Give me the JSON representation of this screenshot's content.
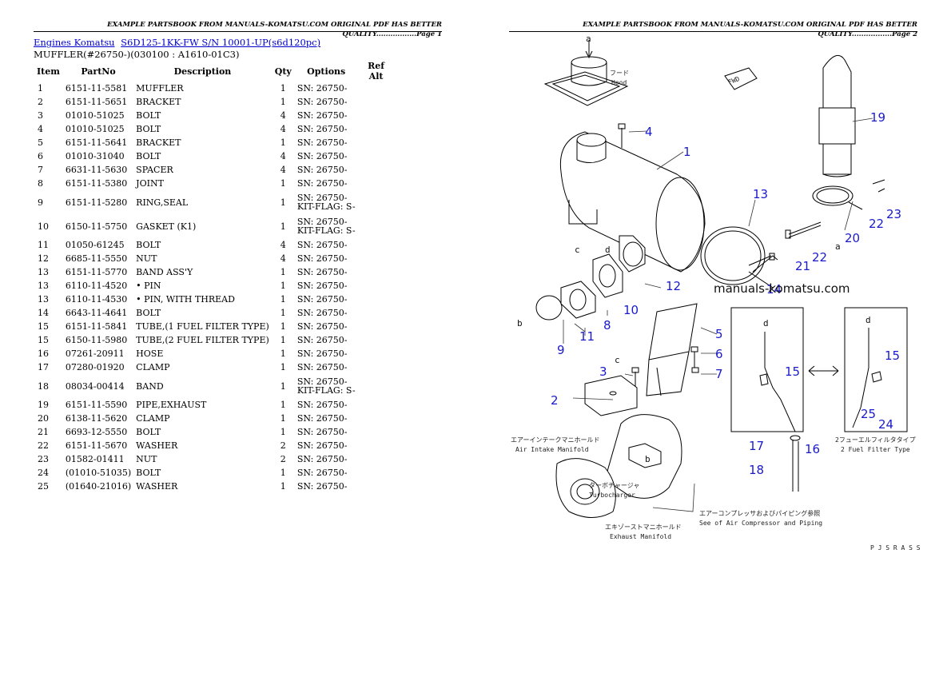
{
  "header": {
    "left": "EXAMPLE PARTSBOOK FROM MANUALS-KOMATSU.COM ORIGINAL PDF HAS BETTER QUALITY.................Page 1",
    "right": "EXAMPLE PARTSBOOK FROM MANUALS-KOMATSU.COM ORIGINAL PDF HAS BETTER QUALITY.................Page 2"
  },
  "breadcrumb": {
    "link1": "Engines Komatsu",
    "link2": "S6D125-1KK-FW S/N 10001-UP(s6d120pc)"
  },
  "subtitle": "MUFFLER(#26750-)(030100 : A1610-01C3)",
  "table": {
    "headers": {
      "item": "Item",
      "partno": "PartNo",
      "description": "Description",
      "qty": "Qty",
      "options": "Options",
      "refalt": "Ref Alt"
    },
    "rows": [
      {
        "item": "1",
        "partno": "6151-11-5581",
        "description": "MUFFLER",
        "qty": "1",
        "options": "SN: 26750-",
        "options2": ""
      },
      {
        "item": "2",
        "partno": "6151-11-5651",
        "description": "BRACKET",
        "qty": "1",
        "options": "SN: 26750-",
        "options2": ""
      },
      {
        "item": "3",
        "partno": "01010-51025",
        "description": "BOLT",
        "qty": "4",
        "options": "SN: 26750-",
        "options2": ""
      },
      {
        "item": "4",
        "partno": "01010-51025",
        "description": "BOLT",
        "qty": "4",
        "options": "SN: 26750-",
        "options2": ""
      },
      {
        "item": "5",
        "partno": "6151-11-5641",
        "description": "BRACKET",
        "qty": "1",
        "options": "SN: 26750-",
        "options2": ""
      },
      {
        "item": "6",
        "partno": "01010-31040",
        "description": "BOLT",
        "qty": "4",
        "options": "SN: 26750-",
        "options2": ""
      },
      {
        "item": "7",
        "partno": "6631-11-5630",
        "description": "SPACER",
        "qty": "4",
        "options": "SN: 26750-",
        "options2": ""
      },
      {
        "item": "8",
        "partno": "6151-11-5380",
        "description": "JOINT",
        "qty": "1",
        "options": "SN: 26750-",
        "options2": ""
      },
      {
        "item": "9",
        "partno": "6151-11-5280",
        "description": "RING,SEAL",
        "qty": "1",
        "options": "SN: 26750-",
        "options2": "KIT-FLAG: S-"
      },
      {
        "item": "10",
        "partno": "6150-11-5750",
        "description": "GASKET (K1)",
        "qty": "1",
        "options": "SN: 26750-",
        "options2": "KIT-FLAG: S-"
      },
      {
        "item": "11",
        "partno": "01050-61245",
        "description": "BOLT",
        "qty": "4",
        "options": "SN: 26750-",
        "options2": ""
      },
      {
        "item": "12",
        "partno": "6685-11-5550",
        "description": "NUT",
        "qty": "4",
        "options": "SN: 26750-",
        "options2": ""
      },
      {
        "item": "13",
        "partno": "6151-11-5770",
        "description": "BAND ASS'Y",
        "qty": "1",
        "options": "SN: 26750-",
        "options2": ""
      },
      {
        "item": "13",
        "partno": "6110-11-4520",
        "description": "• PIN",
        "qty": "1",
        "options": "SN: 26750-",
        "options2": ""
      },
      {
        "item": "13",
        "partno": "6110-11-4530",
        "description": "• PIN, WITH THREAD",
        "qty": "1",
        "options": "SN: 26750-",
        "options2": ""
      },
      {
        "item": "14",
        "partno": "6643-11-4641",
        "description": "BOLT",
        "qty": "1",
        "options": "SN: 26750-",
        "options2": ""
      },
      {
        "item": "15",
        "partno": "6151-11-5841",
        "description": "TUBE,(1 FUEL FILTER TYPE)",
        "qty": "1",
        "options": "SN: 26750-",
        "options2": ""
      },
      {
        "item": "15",
        "partno": "6150-11-5980",
        "description": "TUBE,(2 FUEL FILTER TYPE)",
        "qty": "1",
        "options": "SN: 26750-",
        "options2": ""
      },
      {
        "item": "16",
        "partno": "07261-20911",
        "description": "HOSE",
        "qty": "1",
        "options": "SN: 26750-",
        "options2": ""
      },
      {
        "item": "17",
        "partno": "07280-01920",
        "description": "CLAMP",
        "qty": "1",
        "options": "SN: 26750-",
        "options2": ""
      },
      {
        "item": "18",
        "partno": "08034-00414",
        "description": "BAND",
        "qty": "1",
        "options": "SN: 26750-",
        "options2": "KIT-FLAG: S-"
      },
      {
        "item": "19",
        "partno": "6151-11-5590",
        "description": "PIPE,EXHAUST",
        "qty": "1",
        "options": "SN: 26750-",
        "options2": ""
      },
      {
        "item": "20",
        "partno": "6138-11-5620",
        "description": "CLAMP",
        "qty": "1",
        "options": "SN: 26750-",
        "options2": ""
      },
      {
        "item": "21",
        "partno": "6693-12-5550",
        "description": "BOLT",
        "qty": "1",
        "options": "SN: 26750-",
        "options2": ""
      },
      {
        "item": "22",
        "partno": "6151-11-5670",
        "description": "WASHER",
        "qty": "2",
        "options": "SN: 26750-",
        "options2": ""
      },
      {
        "item": "23",
        "partno": "01582-01411",
        "description": "NUT",
        "qty": "2",
        "options": "SN: 26750-",
        "options2": ""
      },
      {
        "item": "24",
        "partno": "(01010-51035)",
        "description": "BOLT",
        "qty": "1",
        "options": "SN: 26750-",
        "options2": ""
      },
      {
        "item": "25",
        "partno": "(01640-21016)",
        "description": "WASHER",
        "qty": "1",
        "options": "SN: 26750-",
        "options2": ""
      }
    ]
  },
  "diagram": {
    "watermark": "manuals-komatsu.com",
    "code": "P J S R A S S",
    "fwd": "FWD",
    "labels_jp": {
      "hood_jp": "フード",
      "hood": "Hood",
      "air_intake_jp": "エアーインテークマニホールド",
      "air_intake": "Air Intake Manifold",
      "turbo_jp": "ターボチャージャ",
      "turbo": "Turbocharger",
      "exhaust_jp": "エキゾーストマニホールド",
      "exhaust": "Exhaust Manifold",
      "compressor_jp": "エアーコンプレッサおよびパイピング参照",
      "compressor": "See of Air Compressor and Piping",
      "filter2_jp": "2フューエルフィルタタイプ",
      "filter2": "2 Fuel Filter Type"
    },
    "letters": [
      "a",
      "b",
      "c",
      "d"
    ],
    "callouts": [
      "1",
      "2",
      "3",
      "4",
      "5",
      "6",
      "7",
      "8",
      "9",
      "10",
      "11",
      "12",
      "13",
      "14",
      "15",
      "16",
      "17",
      "18",
      "19",
      "20",
      "21",
      "22",
      "23",
      "24",
      "25"
    ]
  }
}
